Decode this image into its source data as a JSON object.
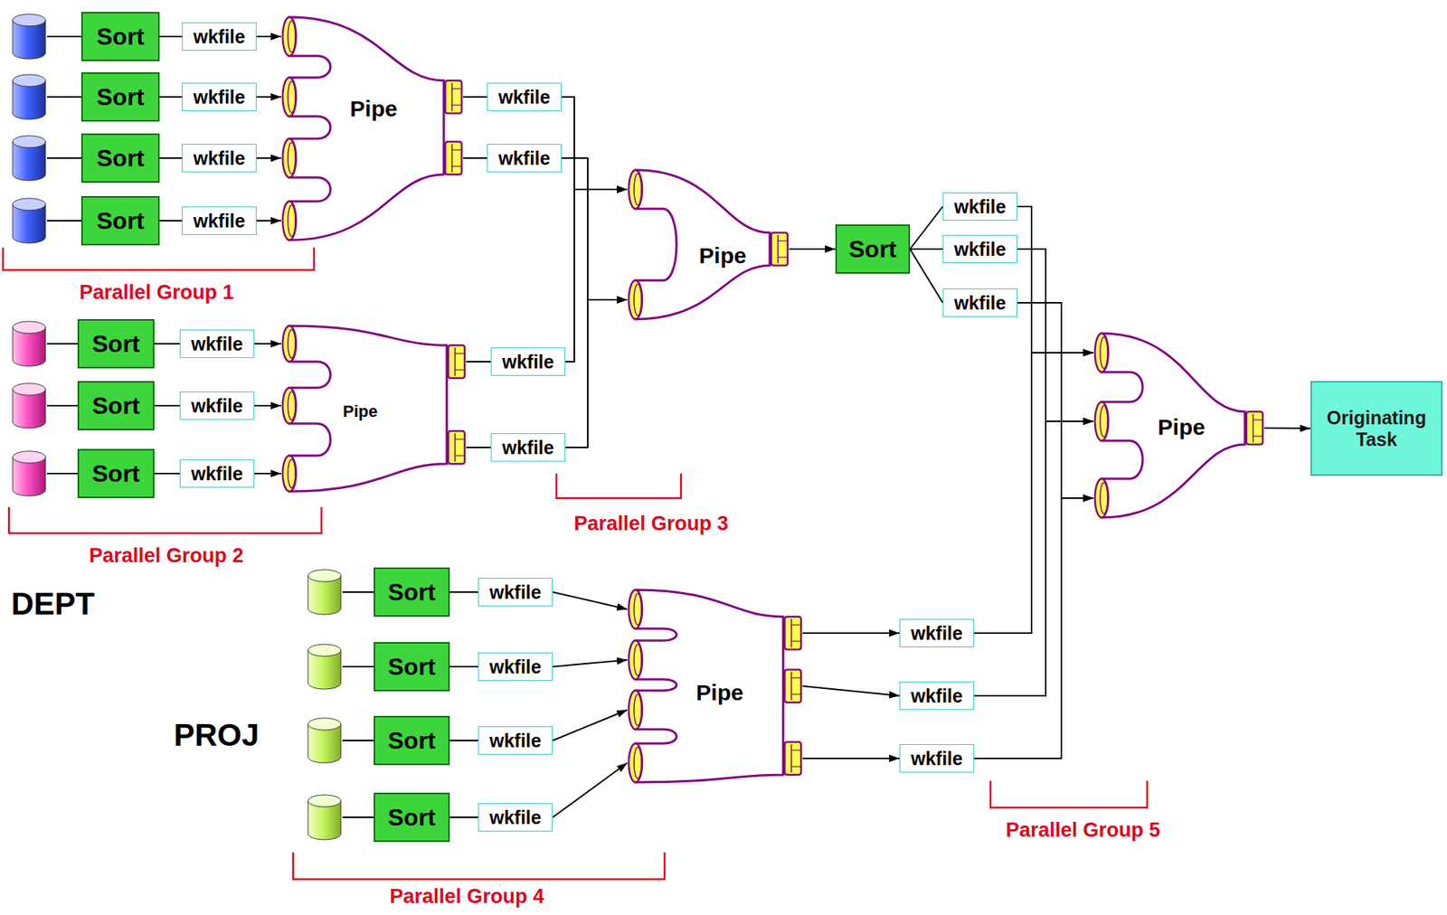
{
  "diagram": {
    "nodes": [
      {
        "text": [
          "Sort"
        ]
      },
      {
        "text": [
          "wkfile"
        ]
      },
      {
        "text": [
          "Sort"
        ]
      },
      {
        "text": [
          "wkfile"
        ]
      },
      {
        "text": [
          "Sort"
        ]
      },
      {
        "text": [
          "wkfile"
        ]
      },
      {
        "text": [
          "Sort"
        ]
      },
      {
        "text": [
          "wkfile"
        ]
      },
      {
        "text": [
          "Pipe"
        ]
      },
      {
        "text": [
          "wkfile"
        ]
      },
      {
        "text": [
          "wkfile"
        ]
      },
      {
        "text": [
          "Pipe"
        ]
      },
      {
        "text": [
          "Sort"
        ]
      },
      {
        "text": [
          "wkfile"
        ]
      },
      {
        "text": [
          "wkfile"
        ]
      },
      {
        "text": [
          "wkfile"
        ]
      },
      {
        "text": [
          "Pipe"
        ]
      },
      {
        "text": [
          "Originating Task"
        ]
      },
      {
        "text": [
          "Sort"
        ]
      },
      {
        "text": [
          "wkfile"
        ]
      },
      {
        "text": [
          "Sort"
        ]
      },
      {
        "text": [
          "wkfile"
        ]
      },
      {
        "text": [
          "Sort"
        ]
      },
      {
        "text": [
          "wkfile"
        ]
      },
      {
        "text": [
          "Pipe"
        ]
      },
      {
        "text": [
          "wkfile"
        ]
      },
      {
        "text": [
          "wkfile"
        ]
      },
      {
        "text": [
          "Sort"
        ]
      },
      {
        "text": [
          "wkfile"
        ]
      },
      {
        "text": [
          "Sort"
        ]
      },
      {
        "text": [
          "wkfile"
        ]
      },
      {
        "text": [
          "Sort"
        ]
      },
      {
        "text": [
          "wkfile"
        ]
      },
      {
        "text": [
          "Sort"
        ]
      },
      {
        "text": [
          "wkfile"
        ]
      },
      {
        "text": [
          "Pipe"
        ]
      },
      {
        "text": [
          "wkfile"
        ]
      },
      {
        "text": [
          "wkfile"
        ]
      },
      {
        "text": [
          "wkfile"
        ]
      }
    ],
    "edges": [
      {
        "from": 0,
        "to": 1,
        "arrow": "none"
      },
      {
        "from": 1,
        "to": 8,
        "arrow": "to"
      },
      {
        "from": 2,
        "to": 3,
        "arrow": "none"
      },
      {
        "from": 3,
        "to": 8,
        "arrow": "to"
      },
      {
        "from": 4,
        "to": 5,
        "arrow": "none"
      },
      {
        "from": 5,
        "to": 8,
        "arrow": "to"
      },
      {
        "from": 6,
        "to": 7,
        "arrow": "none"
      },
      {
        "from": 7,
        "to": 8,
        "arrow": "to"
      },
      {
        "from": 8,
        "to": 9,
        "arrow": "none"
      },
      {
        "from": 8,
        "to": 10,
        "arrow": "none"
      },
      {
        "from": 9,
        "to": 11,
        "arrow": "to"
      },
      {
        "from": 10,
        "to": 11,
        "arrow": "to"
      },
      {
        "from": 11,
        "to": 12,
        "arrow": "to"
      },
      {
        "from": 12,
        "to": 13,
        "arrow": "none"
      },
      {
        "from": 12,
        "to": 14,
        "arrow": "none"
      },
      {
        "from": 12,
        "to": 15,
        "arrow": "none"
      },
      {
        "from": 13,
        "to": 16,
        "arrow": "to"
      },
      {
        "from": 14,
        "to": 16,
        "arrow": "to"
      },
      {
        "from": 15,
        "to": 16,
        "arrow": "to"
      },
      {
        "from": 16,
        "to": 17,
        "arrow": "to"
      },
      {
        "from": 18,
        "to": 19,
        "arrow": "none"
      },
      {
        "from": 19,
        "to": 24,
        "arrow": "to"
      },
      {
        "from": 20,
        "to": 21,
        "arrow": "none"
      },
      {
        "from": 21,
        "to": 24,
        "arrow": "to"
      },
      {
        "from": 22,
        "to": 23,
        "arrow": "none"
      },
      {
        "from": 23,
        "to": 24,
        "arrow": "to"
      },
      {
        "from": 24,
        "to": 25,
        "arrow": "none"
      },
      {
        "from": 24,
        "to": 26,
        "arrow": "none"
      },
      {
        "from": 25,
        "to": 11,
        "arrow": "to"
      },
      {
        "from": 26,
        "to": 11,
        "arrow": "to"
      },
      {
        "from": 27,
        "to": 28,
        "arrow": "none"
      },
      {
        "from": 28,
        "to": 35,
        "arrow": "to"
      },
      {
        "from": 29,
        "to": 30,
        "arrow": "none"
      },
      {
        "from": 30,
        "to": 35,
        "arrow": "to"
      },
      {
        "from": 31,
        "to": 32,
        "arrow": "none"
      },
      {
        "from": 32,
        "to": 35,
        "arrow": "to"
      },
      {
        "from": 33,
        "to": 34,
        "arrow": "none"
      },
      {
        "from": 34,
        "to": 35,
        "arrow": "to"
      },
      {
        "from": 35,
        "to": 36,
        "arrow": "to"
      },
      {
        "from": 35,
        "to": 37,
        "arrow": "to"
      },
      {
        "from": 35,
        "to": 38,
        "arrow": "to"
      },
      {
        "from": 36,
        "to": 16,
        "arrow": "to"
      },
      {
        "from": 37,
        "to": 16,
        "arrow": "to"
      },
      {
        "from": 38,
        "to": 16,
        "arrow": "to"
      }
    ],
    "labels": [
      "Parallel Group 1",
      "Parallel Group 2",
      "Parallel Group 3",
      "DEPT",
      "PROJ",
      "Parallel Group 5",
      "Parallel Group 4"
    ]
  }
}
